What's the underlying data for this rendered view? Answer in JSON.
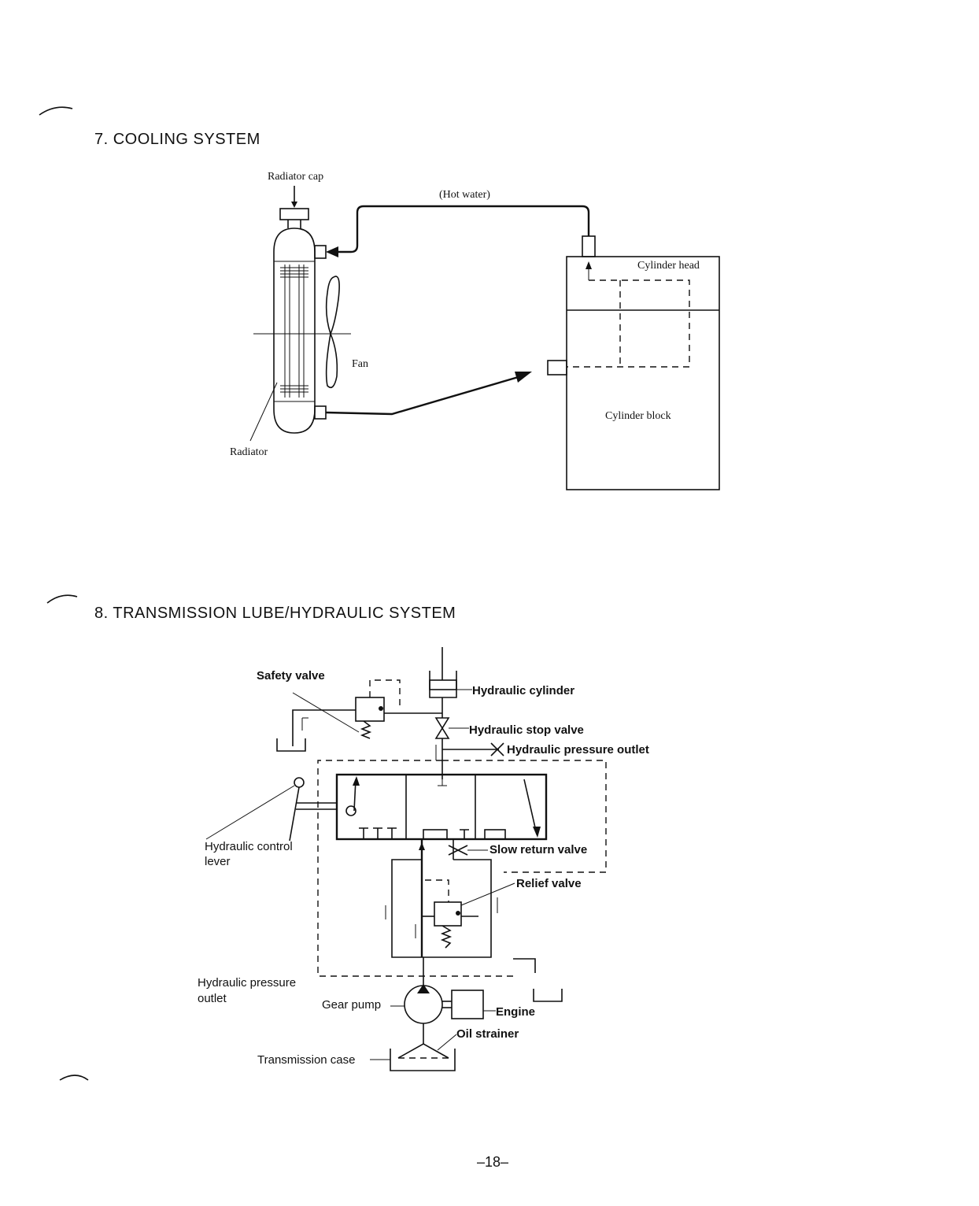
{
  "section7": {
    "heading": "7. COOLING SYSTEM",
    "labels": {
      "radiator_cap": "Radiator cap",
      "hot_water": "(Hot water)",
      "cylinder_head": "Cylinder head",
      "fan": "Fan",
      "cylinder_block": "Cylinder block",
      "radiator": "Radiator"
    }
  },
  "section8": {
    "heading": "8. TRANSMISSION LUBE/HYDRAULIC SYSTEM",
    "labels": {
      "safety_valve": "Safety valve",
      "hydraulic_cylinder": "Hydraulic cylinder",
      "hydraulic_stop_valve": "Hydraulic stop valve",
      "hydraulic_pressure_outlet_top": "Hydraulic pressure outlet",
      "hydraulic_control_lever_1": "Hydraulic control",
      "hydraulic_control_lever_2": "lever",
      "slow_return_valve": "Slow return valve",
      "relief_valve": "Relief valve",
      "hydraulic_pressure_outlet_left_1": "Hydraulic pressure",
      "hydraulic_pressure_outlet_left_2": "outlet",
      "gear_pump": "Gear pump",
      "engine": "Engine",
      "oil_strainer": "Oil strainer",
      "transmission_case": "Transmission case"
    }
  },
  "page_number": "–18–"
}
